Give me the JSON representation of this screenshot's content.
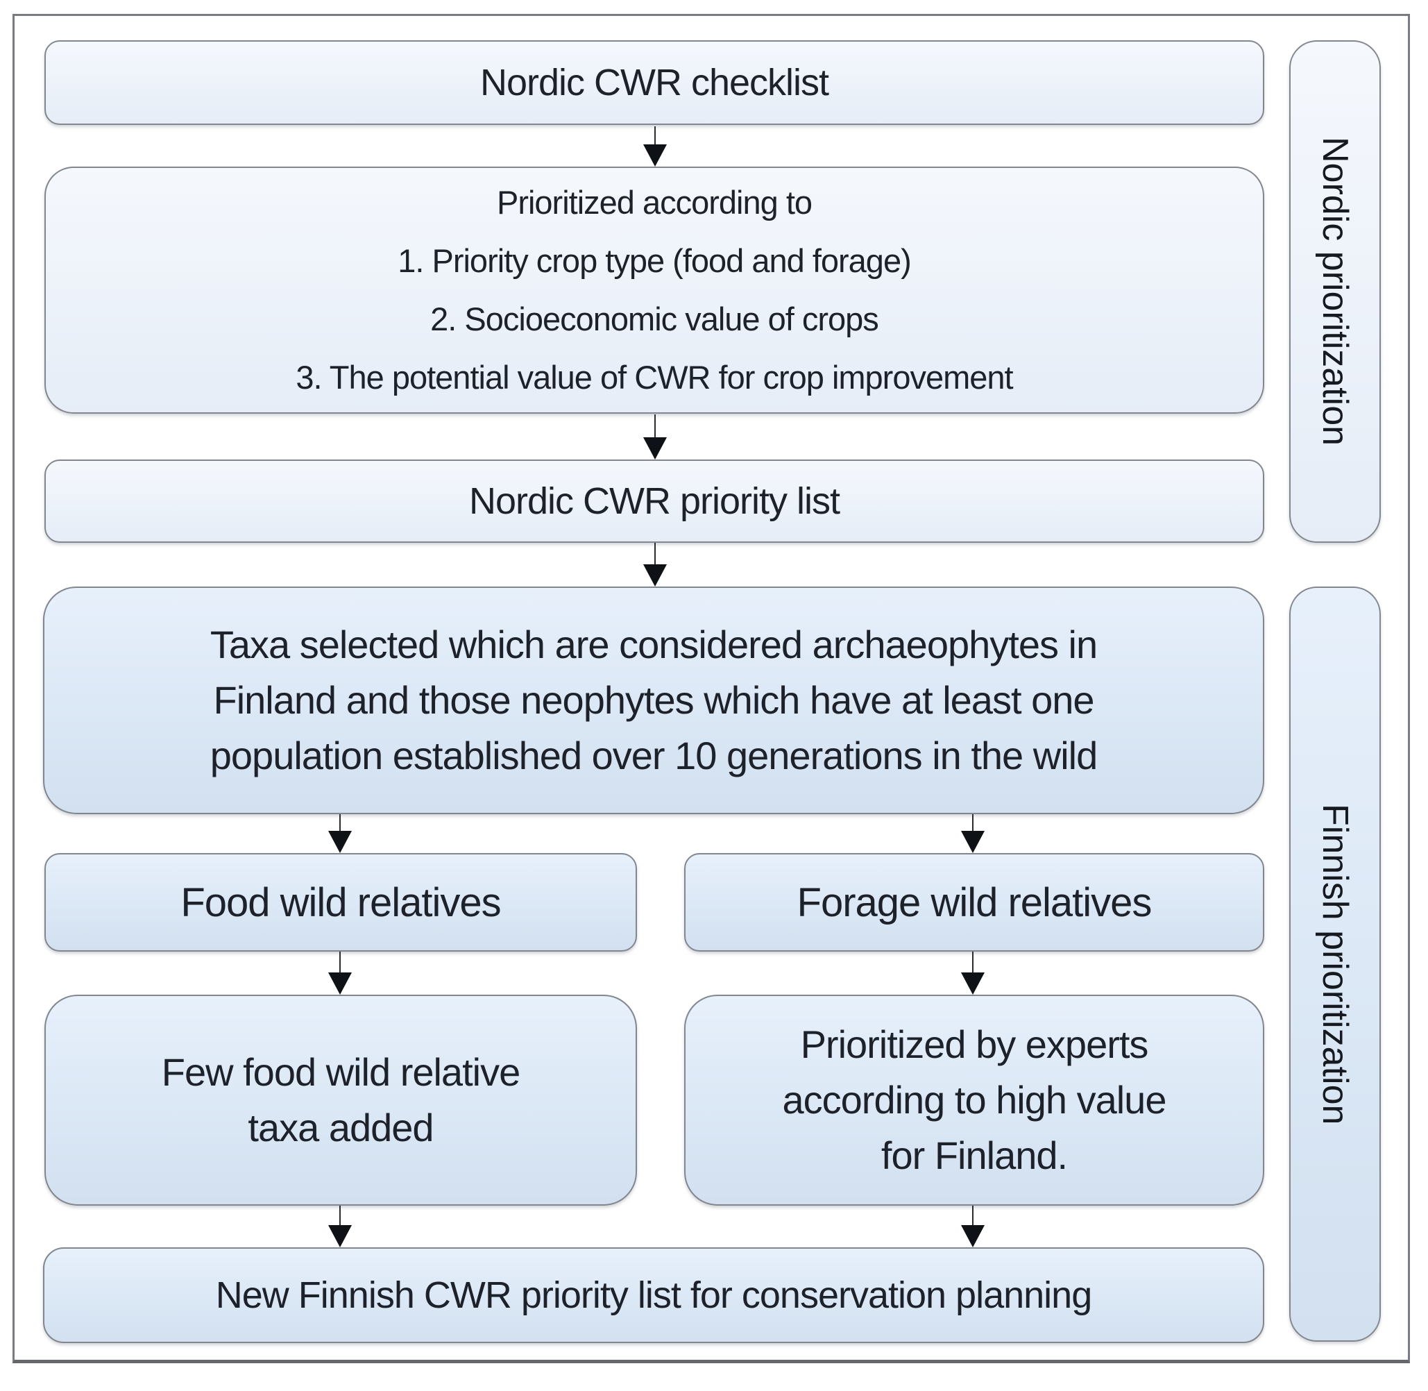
{
  "diagram": {
    "nodes": {
      "checklist": {
        "label": "Nordic CWR checklist"
      },
      "criteria": {
        "lines": [
          "Prioritized according to",
          "1. Priority crop type (food and forage)",
          "2. Socioeconomic value of crops",
          "3. The potential value of CWR for crop improvement"
        ]
      },
      "priority_list": {
        "label": "Nordic CWR priority list"
      },
      "taxa_selected": {
        "lines": [
          "Taxa selected which are considered archaeophytes in",
          "Finland and those neophytes which have at least one",
          "population established over 10 generations in the wild"
        ]
      },
      "food": {
        "label": "Food wild relatives"
      },
      "forage": {
        "label": "Forage wild relatives"
      },
      "few_food": {
        "lines": [
          "Few food wild relative",
          "taxa added"
        ]
      },
      "experts": {
        "lines": [
          "Prioritized by experts",
          "according to high value",
          "for Finland."
        ]
      },
      "new_list": {
        "label": "New Finnish CWR priority list for conservation planning"
      }
    },
    "sidebars": {
      "nordic": "Nordic prioritization",
      "finnish": "Finnish prioritization"
    },
    "colors": {
      "node_light": "#eef3fa",
      "node_blue": "#dde9f6",
      "border": "#82878d",
      "frame_border": "#787c82",
      "text": "#1d212a",
      "arrow": "#0e1115"
    }
  }
}
